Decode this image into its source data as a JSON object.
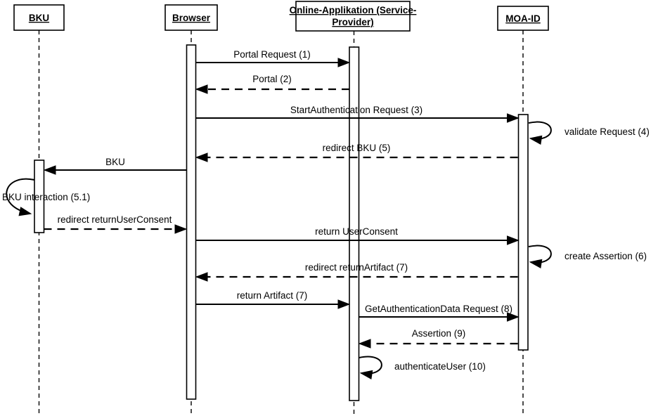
{
  "diagram": {
    "type": "uml-sequence-diagram",
    "colors": {
      "line": "#000000",
      "background": "#ffffff",
      "text": "#000000"
    },
    "actors": [
      {
        "id": "bku",
        "label": "BKU"
      },
      {
        "id": "browser",
        "label": "Browser"
      },
      {
        "id": "online_app",
        "label": "Online-Applikation (Service-Provider)",
        "label_line1": "Online-Applikation (Service-",
        "label_line2": "Provider)"
      },
      {
        "id": "moa_id",
        "label": "MOA-ID"
      }
    ],
    "messages": [
      {
        "n": 1,
        "label": "Portal Request (1)",
        "from": "browser",
        "to": "online_app",
        "style": "solid"
      },
      {
        "n": 2,
        "label": "Portal (2)",
        "from": "online_app",
        "to": "browser",
        "style": "dashed"
      },
      {
        "n": 3,
        "label": "StartAuthentication Request (3)",
        "from": "browser",
        "to": "moa_id",
        "style": "solid"
      },
      {
        "n": 4,
        "label": "validate Request (4)",
        "from": "moa_id",
        "to": "moa_id",
        "style": "self-loop"
      },
      {
        "n": 5,
        "label": "redirect BKU (5)",
        "from": "moa_id",
        "to": "browser",
        "style": "dashed"
      },
      {
        "n": 6,
        "label": "BKU",
        "from": "browser",
        "to": "bku",
        "style": "solid"
      },
      {
        "n": 7,
        "label": "BKU interaction (5.1)",
        "from": "bku",
        "to": "bku",
        "style": "self-loop"
      },
      {
        "n": 8,
        "label": "redirect returnUserConsent",
        "from": "bku",
        "to": "browser",
        "style": "dashed"
      },
      {
        "n": 9,
        "label": "return UserConsent",
        "from": "browser",
        "to": "moa_id",
        "style": "solid"
      },
      {
        "n": 10,
        "label": "create Assertion (6)",
        "from": "moa_id",
        "to": "moa_id",
        "style": "self-loop"
      },
      {
        "n": 11,
        "label": "redirect returnArtifact (7)",
        "from": "moa_id",
        "to": "browser",
        "style": "dashed"
      },
      {
        "n": 12,
        "label": "return Artifact (7)",
        "from": "browser",
        "to": "online_app",
        "style": "solid"
      },
      {
        "n": 13,
        "label": "GetAuthenticationData Request (8)",
        "from": "online_app",
        "to": "moa_id",
        "style": "solid"
      },
      {
        "n": 14,
        "label": "Assertion (9)",
        "from": "moa_id",
        "to": "online_app",
        "style": "dashed"
      },
      {
        "n": 15,
        "label": "authenticateUser (10)",
        "from": "online_app",
        "to": "online_app",
        "style": "self-loop"
      }
    ]
  }
}
